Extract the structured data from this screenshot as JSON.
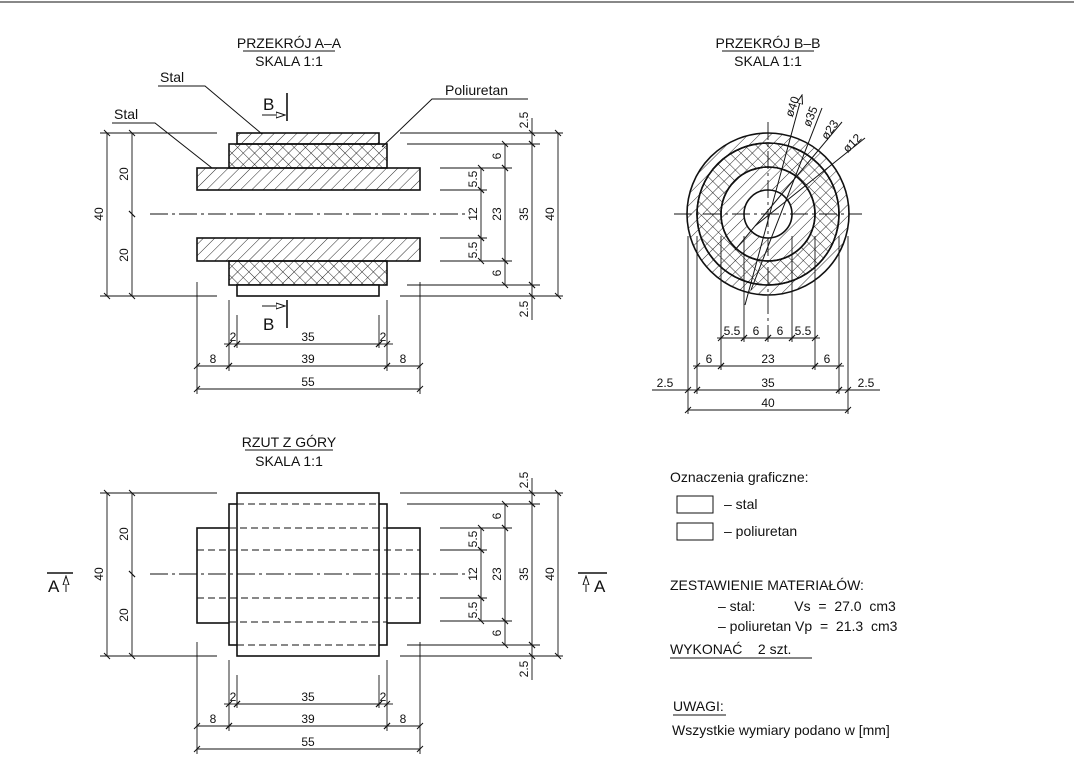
{
  "section_a": {
    "title": "PRZEKRÓJ A–A",
    "scale": "SKALA 1:1",
    "label_stal_outer": "Stal",
    "label_stal_inner": "Stal",
    "label_poly": "Poliuretan",
    "cut_mark": "B",
    "dims_left": [
      "40",
      "20",
      "20"
    ],
    "dims_right": [
      "5.5",
      "12",
      "5.5",
      "6",
      "23",
      "6",
      "2.5",
      "35",
      "2.5",
      "40"
    ],
    "dims_bottom": [
      "2",
      "35",
      "2",
      "8",
      "39",
      "8",
      "55"
    ]
  },
  "section_b": {
    "title": "PRZEKRÓJ B–B",
    "scale": "SKALA 1:1",
    "diameters": [
      "ø40",
      "ø35",
      "ø23",
      "ø12"
    ],
    "row1": [
      "5.5",
      "6",
      "6",
      "5.5"
    ],
    "row2": [
      "6",
      "23",
      "6"
    ],
    "row3": [
      "2.5",
      "35",
      "2.5"
    ],
    "row4": [
      "40"
    ]
  },
  "top_view": {
    "title": "RZUT Z GÓRY",
    "scale": "SKALA 1:1",
    "cut_mark": "A",
    "dims_left": [
      "40",
      "20",
      "20"
    ],
    "dims_right": [
      "5.5",
      "12",
      "5.5",
      "6",
      "23",
      "6",
      "2.5",
      "35",
      "2.5",
      "40"
    ],
    "dims_bottom": [
      "2",
      "35",
      "2",
      "8",
      "39",
      "8",
      "55"
    ]
  },
  "legend": {
    "title": "Oznaczenia graficzne:",
    "steel": "– stal",
    "poly": "– poliuretan"
  },
  "materials": {
    "title": "ZESTAWIENIE MATERIAŁÓW:",
    "steel_line": "– stal:          Vs  =  27.0  cm3",
    "poly_line": "– poliuretan Vp  =  21.3  cm3",
    "make": "WYKONAĆ    2 szt."
  },
  "notes": {
    "title": "UWAGI:",
    "text": "Wszystkie wymiary podano w [mm]"
  }
}
